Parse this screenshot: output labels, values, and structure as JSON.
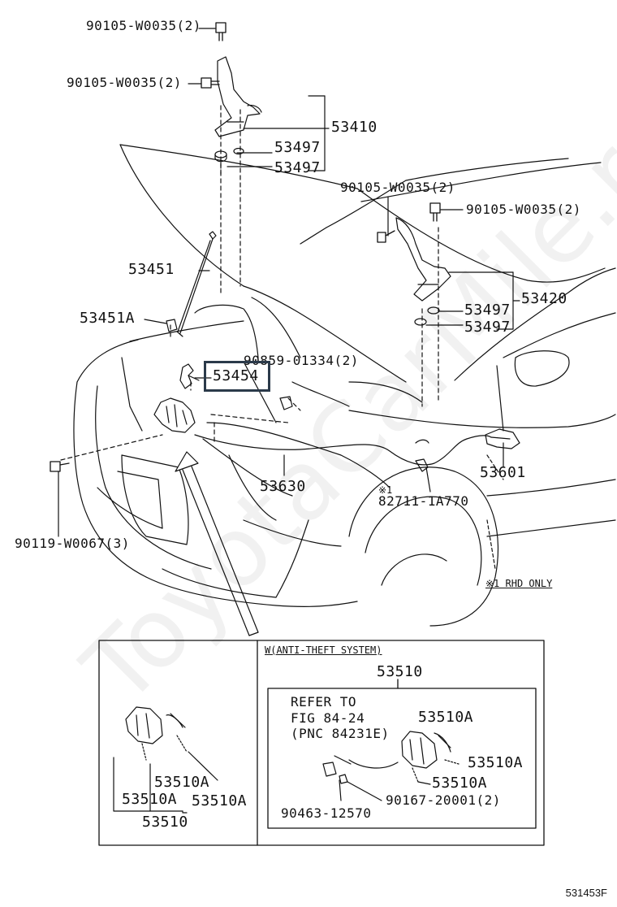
{
  "labels": {
    "bolt_top": "90105-W0035(2)",
    "bolt_left": "90105-W0035(2)",
    "hinge_lh": "53410",
    "cushion_1": "53497",
    "cushion_2": "53497",
    "bolt_rh_1": "90105-W0035(2)",
    "bolt_rh_2": "90105-W0035(2)",
    "support_rod": "53451",
    "rod_holder": "53451A",
    "hinge_rh": "53420",
    "cushion_3": "53497",
    "cushion_4": "53497",
    "clip": "90859-01334(2)",
    "lock_hook": "53454",
    "lever": "53601",
    "cable": "53630",
    "rhd_mark": "※1",
    "sensor": "82711-1A770",
    "bolt_front": "90119-W0067(3)",
    "rhd_only": "※1 RHD ONLY"
  },
  "inset": {
    "anti_theft_title": "W(ANTI-THEFT SYSTEM)",
    "lock_assy_top": "53510",
    "refer_line1": "REFER TO",
    "refer_line2": "FIG 84-24",
    "refer_line3": "(PNC 84231E)",
    "sub_a1": "53510A",
    "sub_a2": "53510A",
    "sub_a3": "53510A",
    "left_a1": "53510A",
    "left_a2": "53510A",
    "left_a3": "53510A",
    "left_assy": "53510",
    "clamp": "90463-12570",
    "screw": "90167-20001(2)"
  },
  "watermark": "ToyotaCarMile.ru",
  "figure_code": "531453F",
  "highlight_color": "#2b3a4a"
}
